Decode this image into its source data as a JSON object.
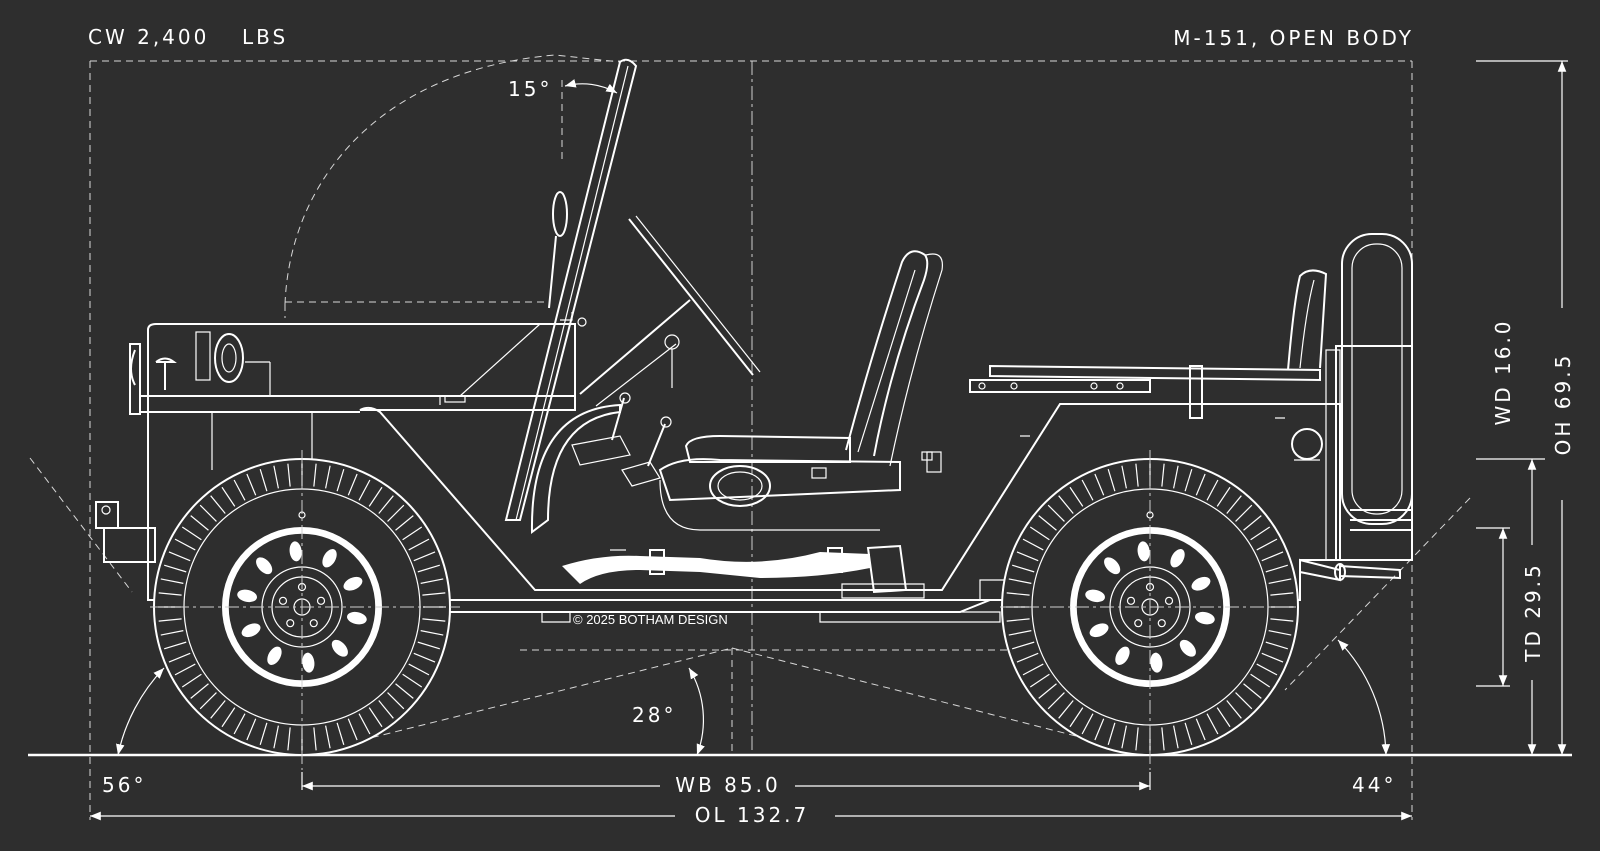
{
  "header": {
    "curb_weight": "CW 2,400",
    "curb_weight_unit": "LBS",
    "model": "M-151, OPEN BODY"
  },
  "angles": {
    "windshield": "15°",
    "breakover": "28°",
    "approach": "56°",
    "departure": "44°"
  },
  "dimensions": {
    "wheelbase": "WB 85.0",
    "overall_length": "OL 132.7",
    "wheel_diameter": "WD 16.0",
    "tire_diameter": "TD 29.5",
    "overall_height": "OH 69.5"
  },
  "copyright": "© 2025 BOTHAM DESIGN",
  "colors": {
    "background": "#2e2e2e",
    "line": "#ffffff"
  }
}
